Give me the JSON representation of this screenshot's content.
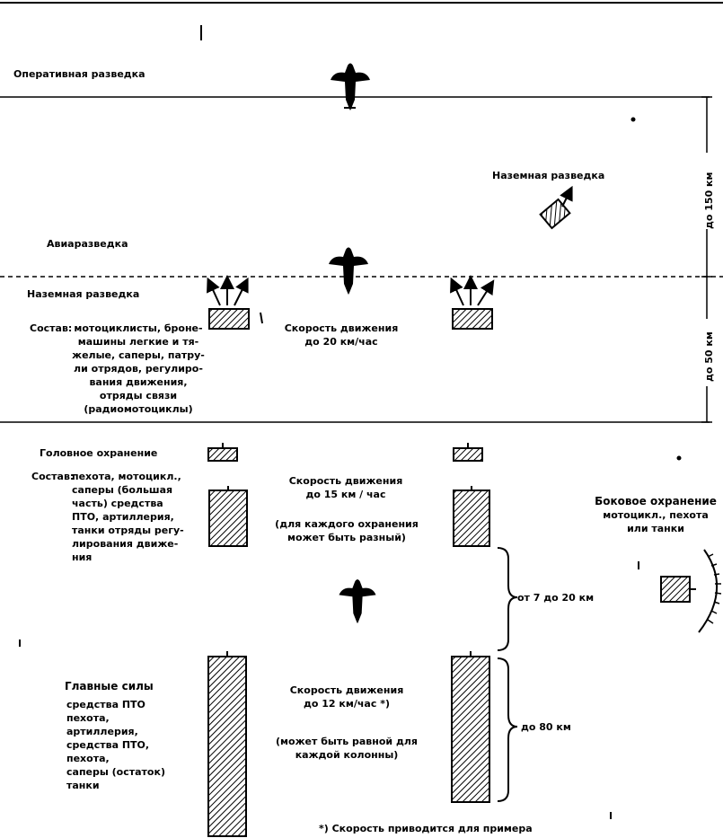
{
  "operational": {
    "title": "Оперативная разведка"
  },
  "air": {
    "title": "Авиаразведка"
  },
  "ground_far": {
    "title": "Наземная разведка"
  },
  "scales": {
    "upper": "до 150 км",
    "middle": "до 50 км",
    "between_columns": "от 7 до 20 км",
    "main_length": "до 80 км"
  },
  "ground_recon": {
    "title": "Наземная разведка",
    "composition_label": "Состав:",
    "composition_lines": [
      "мотоциклисты, броне-",
      "машины легкие и тя-",
      "желые, саперы, патру-",
      "ли отрядов, регулиро-",
      "вания движения,",
      "отряды связи",
      "(радиомотоциклы)"
    ],
    "speed_lines": [
      "Скорость движения",
      "до 20 км/час"
    ]
  },
  "advance_guard": {
    "title": "Головное охранение",
    "composition_label": "Состав:",
    "composition_lines": [
      "пехота, мотоцикл.,",
      "саперы (большая",
      "часть) средства",
      "ПТО, артиллерия,",
      "танки отряды регу-",
      "лирования движе-",
      "ния"
    ],
    "speed_lines": [
      "Скорость движения",
      "до 15 км / час"
    ],
    "note_lines": [
      "(для каждого охранения",
      "может быть разный)"
    ]
  },
  "flank_guard": {
    "title": "Боковое охранение",
    "lines": [
      "мотоцикл., пехота",
      "или танки"
    ]
  },
  "main_forces": {
    "title": "Главные силы",
    "lines": [
      "средства ПТО",
      "пехота,",
      "артиллерия,",
      "средства ПТО,",
      "пехота,",
      "саперы (остаток)",
      "танки"
    ],
    "speed_lines": [
      "Скорость движения",
      "до 12 км/час *)"
    ],
    "note_lines": [
      "(может быть равной для",
      "каждой колонны)"
    ]
  },
  "footnote": "*) Скорость приводится для примера"
}
